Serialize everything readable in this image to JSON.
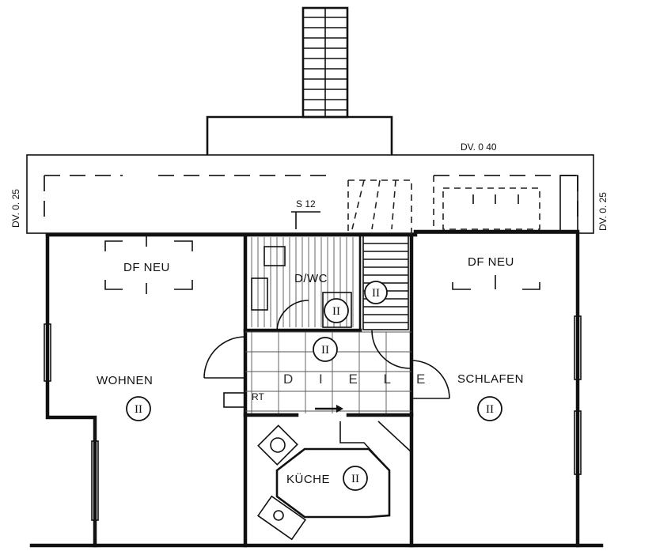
{
  "rooms": {
    "wohnen": {
      "label": "WOHNEN",
      "badge": "II"
    },
    "schlafen": {
      "label": "SCHLAFEN",
      "badge": "II"
    },
    "kueche": {
      "label": "KÜCHE",
      "badge": "II"
    },
    "diele": {
      "label": "D I E L E",
      "badge": "II"
    },
    "dusche_wc": {
      "label": "D/WC",
      "badge": "II"
    },
    "treppe": {
      "badge": "II"
    }
  },
  "skylights": {
    "left": {
      "label": "DF NEU"
    },
    "right": {
      "label": "DF NEU"
    }
  },
  "annotations": {
    "dv_top": "DV. 0  40",
    "dv_left": "DV. 0. 25",
    "dv_right": "DV. 0. 25",
    "s12": "S 12",
    "rt": "RT"
  }
}
